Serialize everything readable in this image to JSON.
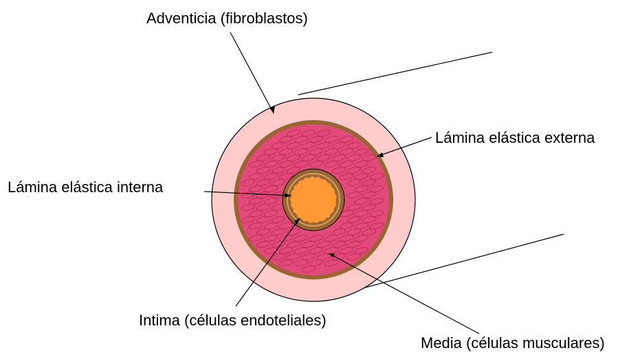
{
  "labels": {
    "adventicia": "Adventicia (fibroblastos)",
    "lamina_externa": "Lámina elástica externa",
    "lamina_interna": "Lámina elástica interna",
    "intima": "Intima (células endoteliales)",
    "media": "Media (células musculares)"
  },
  "colors": {
    "adventicia": "#FFCCCC",
    "lamina": "#996633",
    "media": "#E24A7A",
    "lumen": "#FF9933",
    "cell_stroke": "#C22A5A",
    "line": "#000000"
  }
}
